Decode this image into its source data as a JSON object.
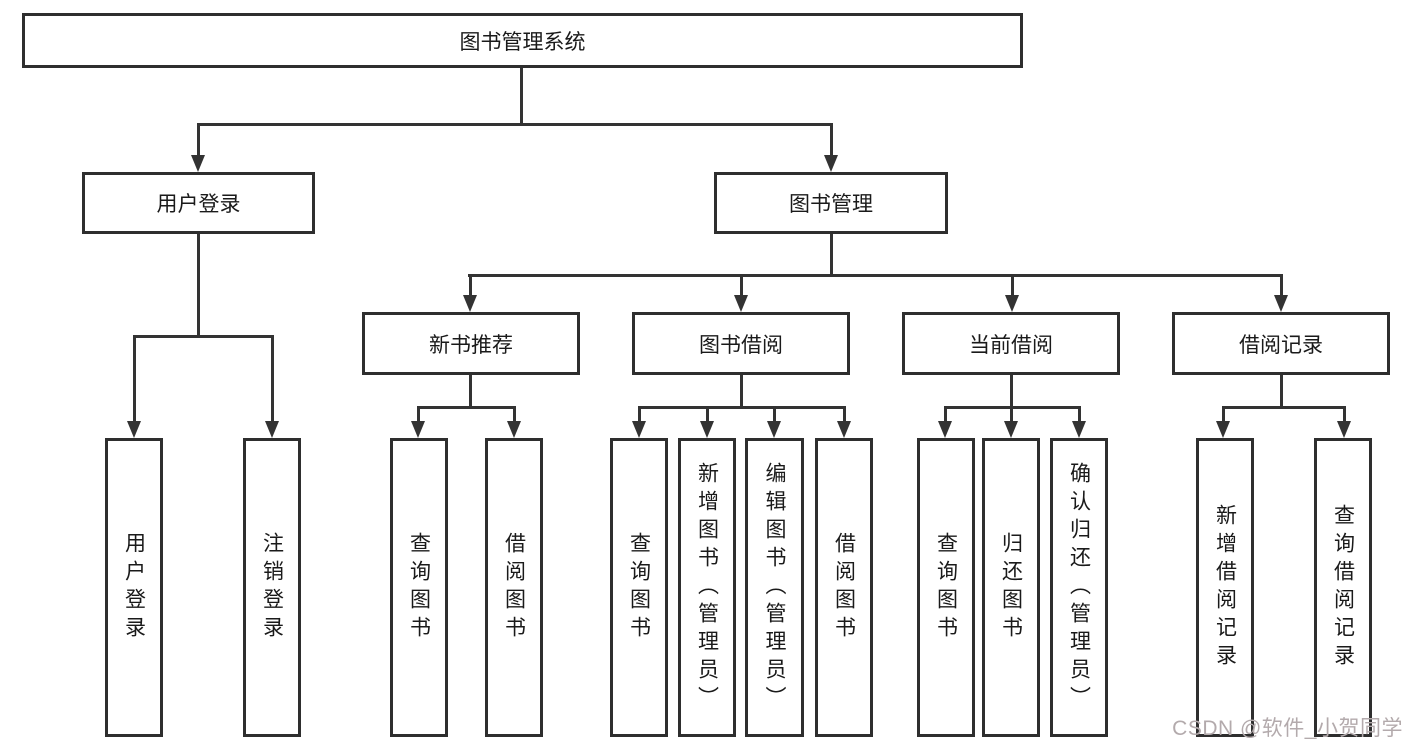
{
  "diagram": {
    "root": {
      "label": "图书管理系统"
    },
    "level2": [
      {
        "label": "用户登录"
      },
      {
        "label": "图书管理"
      }
    ],
    "level3": [
      {
        "label": "新书推荐",
        "parent": "图书管理"
      },
      {
        "label": "图书借阅",
        "parent": "图书管理"
      },
      {
        "label": "当前借阅",
        "parent": "图书管理"
      },
      {
        "label": "借阅记录",
        "parent": "图书管理"
      }
    ],
    "leaves": [
      {
        "label": "用户登录",
        "parent": "用户登录"
      },
      {
        "label": "注销登录",
        "parent": "用户登录"
      },
      {
        "label": "查询图书",
        "parent": "新书推荐"
      },
      {
        "label": "借阅图书",
        "parent": "新书推荐"
      },
      {
        "label": "查询图书",
        "parent": "图书借阅"
      },
      {
        "label": "新增图书（管理员）",
        "parent": "图书借阅"
      },
      {
        "label": "编辑图书（管理员）",
        "parent": "图书借阅"
      },
      {
        "label": "借阅图书",
        "parent": "图书借阅"
      },
      {
        "label": "查询图书",
        "parent": "当前借阅"
      },
      {
        "label": "归还图书",
        "parent": "当前借阅"
      },
      {
        "label": "确认归还（管理员）",
        "parent": "当前借阅"
      },
      {
        "label": "新增借阅记录",
        "parent": "借阅记录"
      },
      {
        "label": "查询借阅记录",
        "parent": "借阅记录"
      }
    ]
  },
  "watermark": {
    "text": "CSDN @软件_小贺同学"
  },
  "colors": {
    "line": "#333333",
    "node_border": "#2e2e2e",
    "text": "#1a1a1a",
    "watermark": "#b3aaac",
    "background": "#ffffff"
  }
}
